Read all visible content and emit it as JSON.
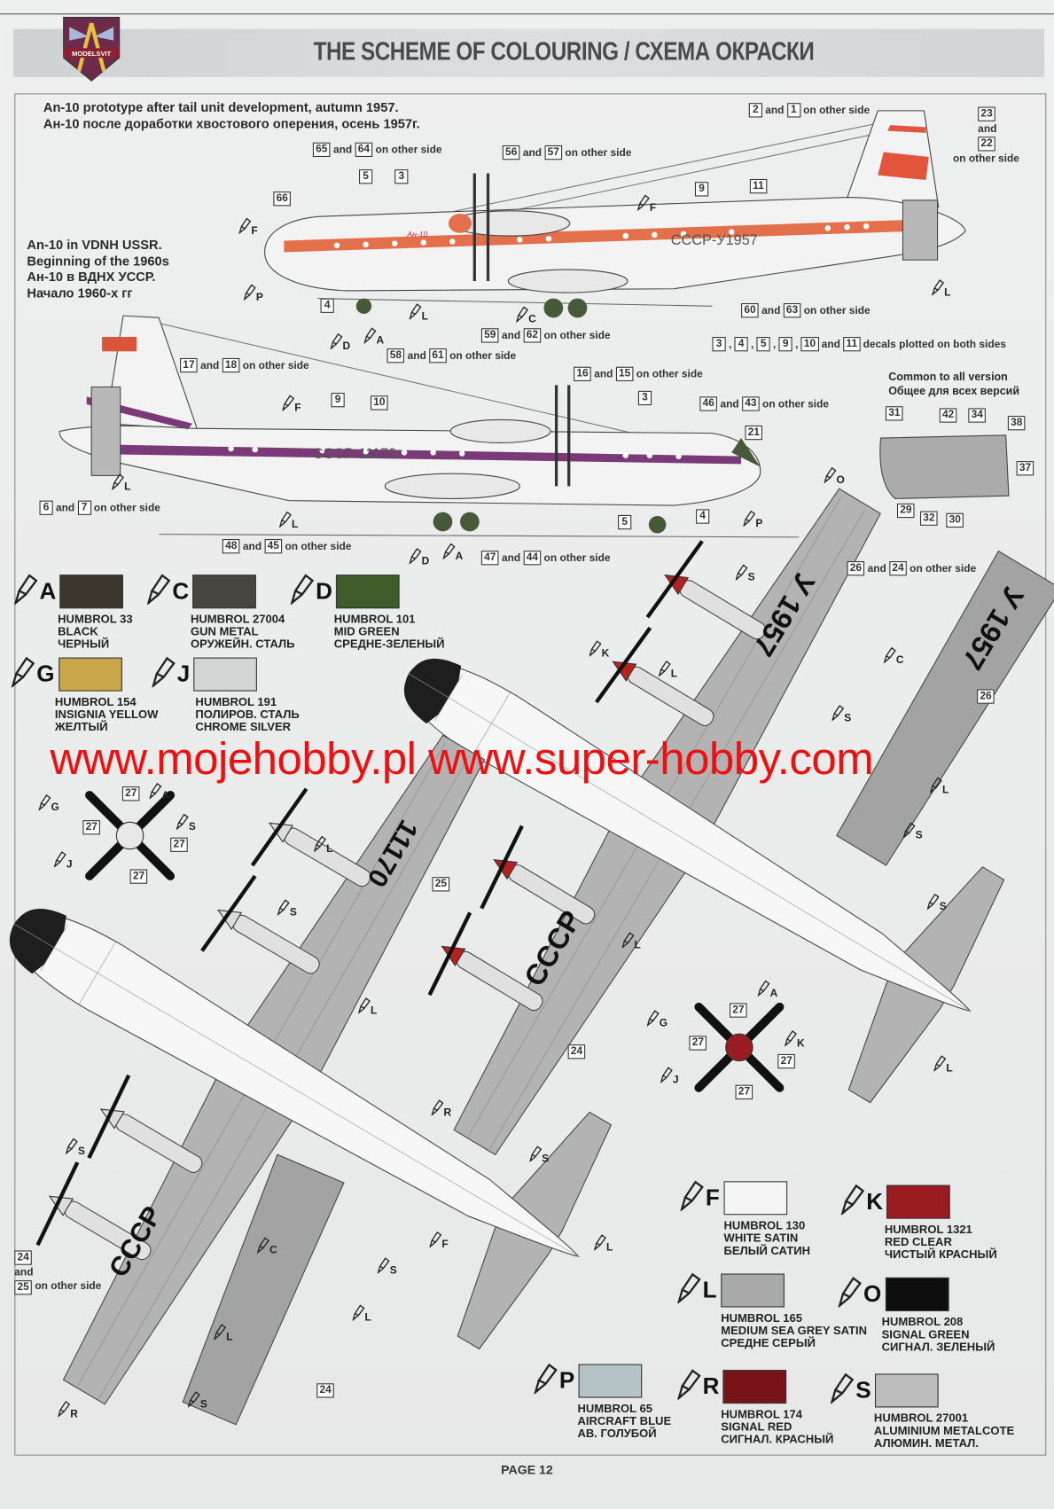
{
  "header": {
    "title": "THE SCHEME OF COLOURING / СХЕМА ОКРАСКИ",
    "logo_text": "MODELSVIT"
  },
  "captions": {
    "proto_en": "An-10 prototype after tail unit development, autumn 1957.",
    "proto_ru": "Ан-10 после доработки хвостового оперения, осень 1957г.",
    "vdnh": [
      "An-10 in VDNH USSR.",
      "Beginning of the 1960s",
      "Ан-10 в ВДНХ УССР.",
      "Начало 1960-х гг"
    ],
    "common_en": "Common to all version",
    "common_ru": "Общее для всех версий"
  },
  "words": {
    "and": "and",
    "other": "on other side",
    "both": "decals plotted on both sides"
  },
  "callouts": [
    {
      "nums": [
        "2",
        "1"
      ],
      "text": "other"
    },
    {
      "nums": [
        "65",
        "64"
      ],
      "text": "other"
    },
    {
      "nums": [
        "56",
        "57"
      ],
      "text": "other"
    },
    {
      "nums": [
        "5"
      ]
    },
    {
      "nums": [
        "3"
      ]
    },
    {
      "nums": [
        "66"
      ]
    },
    {
      "nums": [
        "9"
      ]
    },
    {
      "nums": [
        "11"
      ]
    },
    {
      "nums": [
        "4"
      ]
    },
    {
      "nums": [
        "60",
        "63"
      ],
      "text": "other"
    },
    {
      "nums": [
        "59",
        "62"
      ],
      "text": "other"
    },
    {
      "nums": [
        "58",
        "61"
      ],
      "text": "other"
    },
    {
      "nums": [
        "3",
        "4",
        "5",
        "9",
        "10",
        "11"
      ],
      "text": "both"
    },
    {
      "nums": [
        "17",
        "18"
      ],
      "text": "other"
    },
    {
      "nums": [
        "16",
        "15"
      ],
      "text": "other"
    },
    {
      "nums": [
        "3"
      ]
    },
    {
      "nums": [
        "46",
        "43"
      ],
      "text": "other"
    },
    {
      "nums": [
        "9"
      ]
    },
    {
      "nums": [
        "10"
      ]
    },
    {
      "nums": [
        "21"
      ]
    },
    {
      "nums": [
        "6",
        "7"
      ],
      "text": "other"
    },
    {
      "nums": [
        "48",
        "45"
      ],
      "text": "other"
    },
    {
      "nums": [
        "47",
        "44"
      ],
      "text": "other"
    },
    {
      "nums": [
        "5"
      ]
    },
    {
      "nums": [
        "4"
      ]
    },
    {
      "nums": [
        "31"
      ]
    },
    {
      "nums": [
        "42"
      ]
    },
    {
      "nums": [
        "34"
      ]
    },
    {
      "nums": [
        "38"
      ]
    },
    {
      "nums": [
        "37"
      ]
    },
    {
      "nums": [
        "29"
      ]
    },
    {
      "nums": [
        "32"
      ]
    },
    {
      "nums": [
        "30"
      ]
    },
    {
      "nums": [
        "26",
        "24"
      ],
      "text": "other"
    },
    {
      "nums": [
        "26"
      ]
    },
    {
      "nums": [
        "27"
      ]
    },
    {
      "nums": [
        "27"
      ]
    },
    {
      "nums": [
        "27"
      ]
    },
    {
      "nums": [
        "27"
      ]
    },
    {
      "nums": [
        "25"
      ]
    },
    {
      "nums": [
        "24"
      ]
    },
    {
      "nums": [
        "27"
      ]
    },
    {
      "nums": [
        "27"
      ]
    },
    {
      "nums": [
        "27"
      ]
    },
    {
      "nums": [
        "27"
      ]
    },
    {
      "nums": [
        "24"
      ]
    }
  ],
  "tail_callout": {
    "a": "23",
    "b": "22"
  },
  "wing_callout": {
    "a": "24",
    "b": "25"
  },
  "paint_refs": [
    "F",
    "F",
    "P",
    "L",
    "C",
    "D",
    "A",
    "L",
    "F",
    "L",
    "L",
    "D",
    "A",
    "P",
    "O",
    "S",
    "K",
    "L",
    "C",
    "S",
    "L",
    "S",
    "A",
    "G",
    "S",
    "J",
    "L",
    "S",
    "L",
    "L",
    "S",
    "L",
    "G",
    "A",
    "K",
    "J",
    "R",
    "S",
    "S",
    "F",
    "L",
    "C",
    "S",
    "L",
    "L",
    "S",
    "R"
  ],
  "markings": {
    "reg1": "СССР-У1957",
    "reg2": "СССР-11170",
    "wing1": "У 1957",
    "wing1b": "У 1957",
    "wing2": "11170",
    "cccp": "СССР",
    "logo_an": "Ан-10"
  },
  "paints": [
    {
      "code": "A",
      "lines": [
        "HUMBROL 33",
        "BLACK",
        "ЧЕРНЫЙ"
      ],
      "color": "#3b372d"
    },
    {
      "code": "C",
      "lines": [
        "HUMBROL 27004",
        "GUN METAL",
        "ОРУЖЕЙН. СТАЛЬ"
      ],
      "color": "#48463e"
    },
    {
      "code": "D",
      "lines": [
        "HUMBROL 101",
        "MID GREEN",
        "СРЕДНЕ-ЗЕЛЕНЫЙ"
      ],
      "color": "#3e5c29"
    },
    {
      "code": "G",
      "lines": [
        "HUMBROL 154",
        "INSIGNIA YELLOW",
        "ЖЕЛТЫЙ"
      ],
      "color": "#c8a84a"
    },
    {
      "code": "J",
      "lines": [
        "HUMBROL 191",
        "ПОЛИРОВ. СТАЛЬ",
        "CHROME SILVER"
      ],
      "color": "#d3d4d4"
    },
    {
      "code": "F",
      "lines": [
        "HUMBROL 130",
        "WHITE SATIN",
        "БЕЛЫЙ САТИН"
      ],
      "color": "#f5f5f5"
    },
    {
      "code": "K",
      "lines": [
        "HUMBROL 1321",
        "RED CLEAR",
        "ЧИСТЫЙ КРАСНЫЙ"
      ],
      "color": "#9a1b20"
    },
    {
      "code": "L",
      "lines": [
        "HUMBROL 165",
        "MEDIUM SEA GREY SATIN",
        "СРЕДНЕ СЕРЫЙ"
      ],
      "color": "#a9a9a9"
    },
    {
      "code": "O",
      "lines": [
        "HUMBROL 208",
        "SIGNAL GREEN",
        "СИГНАЛ. ЗЕЛЕНЫЙ"
      ],
      "color": "#0e0e0e"
    },
    {
      "code": "P",
      "lines": [
        "HUMBROL 65",
        "AIRCRAFT BLUE",
        "АВ. ГОЛУБОЙ"
      ],
      "color": "#b6c3c6"
    },
    {
      "code": "R",
      "lines": [
        "HUMBROL 174",
        "SIGNAL RED",
        "СИГНАЛ. КРАСНЫЙ"
      ],
      "color": "#78131a"
    },
    {
      "code": "S",
      "lines": [
        "HUMBROL 27001",
        "ALUMINIUM METALCOTE",
        "АЛЮМИН. МЕТАЛ."
      ],
      "color": "#bcbcbc"
    }
  ],
  "watermark": "www.mojehobby.pl www.super-hobby.com",
  "footer": {
    "page": "PAGE 12"
  }
}
